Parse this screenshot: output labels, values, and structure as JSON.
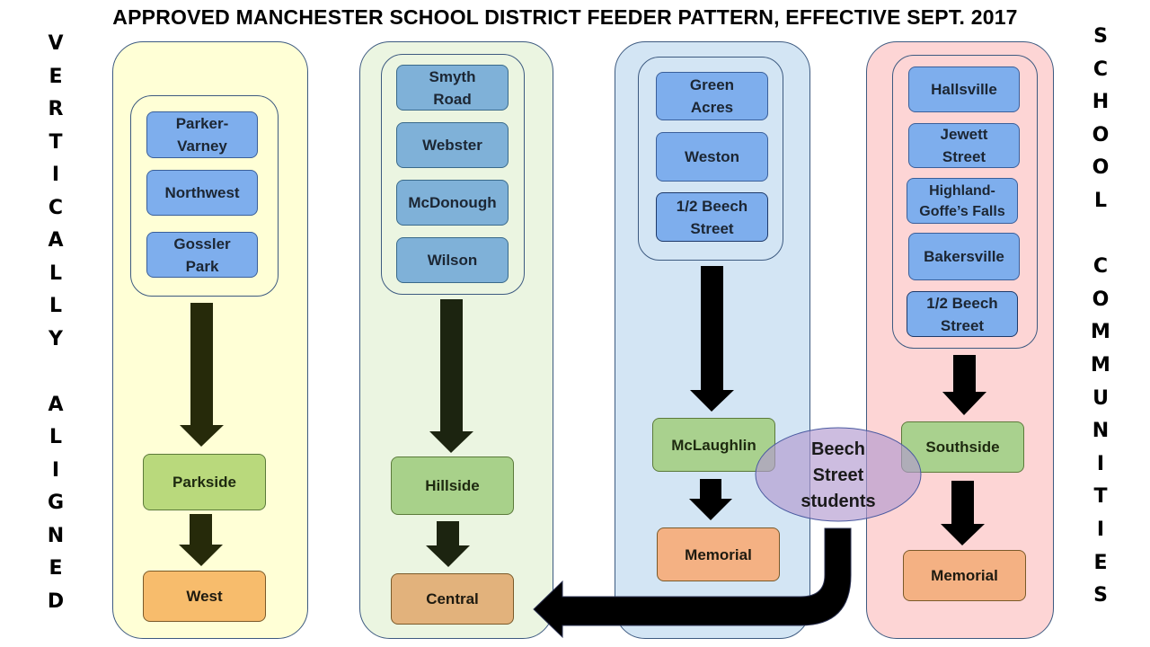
{
  "title": "APPROVED MANCHESTER SCHOOL DISTRICT FEEDER PATTERN, EFFECTIVE SEPT. 2017",
  "left_label": [
    "V",
    "E",
    "R",
    "T",
    "I",
    "C",
    "A",
    "L",
    "L",
    "Y",
    "",
    "A",
    "L",
    "I",
    "G",
    "N",
    "E",
    "D"
  ],
  "right_label": [
    "S",
    "C",
    "H",
    "O",
    "O",
    "L",
    "",
    "C",
    "O",
    "M",
    "M",
    "U",
    "N",
    "I",
    "T",
    "I",
    "E",
    "S"
  ],
  "colors": {
    "col_parkside_bg": "#ffffd6",
    "col_hillside_bg": "#ebf5e1",
    "col_mclaughlin_bg": "#d3e5f4",
    "col_southside_bg": "#fdd5d5",
    "elementary_box": "#7eaeed",
    "middle_box": "#a9d18e",
    "high_box": "#f4b183",
    "ellipse": "#b4a7d6",
    "arrow": "#000000",
    "arrow_dark_olive": "#262a0a"
  },
  "columns": [
    {
      "elementary": [
        "Parker-\nVarney",
        "Northwest",
        "Gossler\nPark"
      ],
      "middle": "Parkside",
      "high": "West"
    },
    {
      "elementary": [
        "Smyth\nRoad",
        "Webster",
        "McDonough",
        "Wilson"
      ],
      "middle": "Hillside",
      "high": "Central"
    },
    {
      "elementary": [
        "Green\nAcres",
        "Weston",
        "1/2 Beech\nStreet"
      ],
      "middle": "McLaughlin",
      "high": "Memorial"
    },
    {
      "elementary": [
        "Hallsville",
        "Jewett\nStreet",
        "Highland-\nGoffe’s Falls",
        "Bakersville",
        "1/2 Beech\nStreet"
      ],
      "middle": "Southside",
      "high": "Memorial"
    }
  ],
  "beech_note": "Beech\nStreet\nstudents"
}
